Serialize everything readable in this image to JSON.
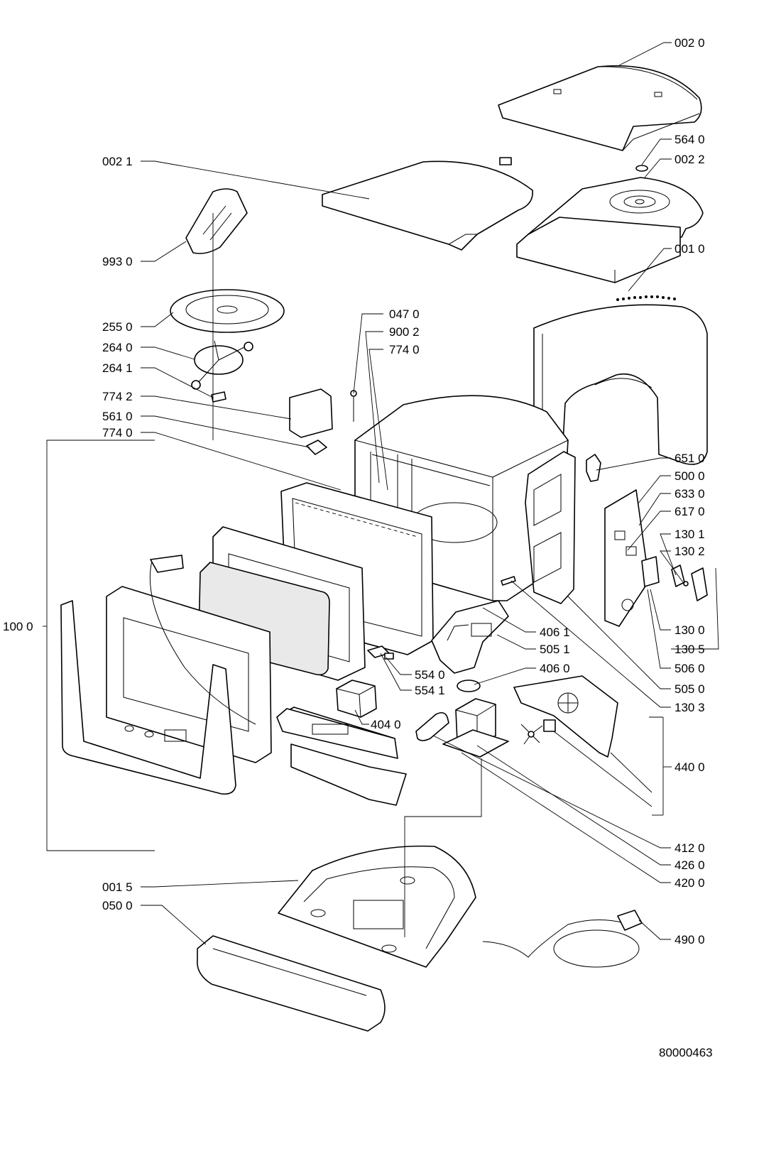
{
  "diagram": {
    "drawing_number": "80000463",
    "labels": [
      {
        "id": "l-0020",
        "text": "002 0"
      },
      {
        "id": "l-5640",
        "text": "564 0"
      },
      {
        "id": "l-0022",
        "text": "002 2"
      },
      {
        "id": "l-0021",
        "text": "002 1"
      },
      {
        "id": "l-0010",
        "text": "001 0"
      },
      {
        "id": "l-9930",
        "text": "993 0"
      },
      {
        "id": "l-0470",
        "text": "047 0"
      },
      {
        "id": "l-9002",
        "text": "900 2"
      },
      {
        "id": "l-7740a",
        "text": "774 0"
      },
      {
        "id": "l-2550",
        "text": "255 0"
      },
      {
        "id": "l-2640",
        "text": "264 0"
      },
      {
        "id": "l-2641",
        "text": "264 1"
      },
      {
        "id": "l-7742",
        "text": "774 2"
      },
      {
        "id": "l-5610",
        "text": "561 0"
      },
      {
        "id": "l-7740b",
        "text": "774 0"
      },
      {
        "id": "l-6510",
        "text": "651 0"
      },
      {
        "id": "l-5000",
        "text": "500 0"
      },
      {
        "id": "l-6330",
        "text": "633 0"
      },
      {
        "id": "l-6170",
        "text": "617 0"
      },
      {
        "id": "l-1301",
        "text": "130 1"
      },
      {
        "id": "l-1302",
        "text": "130 2"
      },
      {
        "id": "l-1000",
        "text": "100 0"
      },
      {
        "id": "l-1300",
        "text": "130 0"
      },
      {
        "id": "l-4061",
        "text": "406 1"
      },
      {
        "id": "l-5051",
        "text": "505 1"
      },
      {
        "id": "l-1305",
        "text": "130 5"
      },
      {
        "id": "l-4060",
        "text": "406 0"
      },
      {
        "id": "l-5060",
        "text": "506 0"
      },
      {
        "id": "l-5540",
        "text": "554 0"
      },
      {
        "id": "l-5541",
        "text": "554 1"
      },
      {
        "id": "l-5050",
        "text": "505 0"
      },
      {
        "id": "l-1303",
        "text": "130 3"
      },
      {
        "id": "l-4040",
        "text": "404 0"
      },
      {
        "id": "l-4400",
        "text": "440 0"
      },
      {
        "id": "l-4120",
        "text": "412 0"
      },
      {
        "id": "l-4260",
        "text": "426 0"
      },
      {
        "id": "l-4200",
        "text": "420 0"
      },
      {
        "id": "l-0015",
        "text": "001 5"
      },
      {
        "id": "l-0500",
        "text": "050 0"
      },
      {
        "id": "l-4900",
        "text": "490 0"
      }
    ]
  }
}
